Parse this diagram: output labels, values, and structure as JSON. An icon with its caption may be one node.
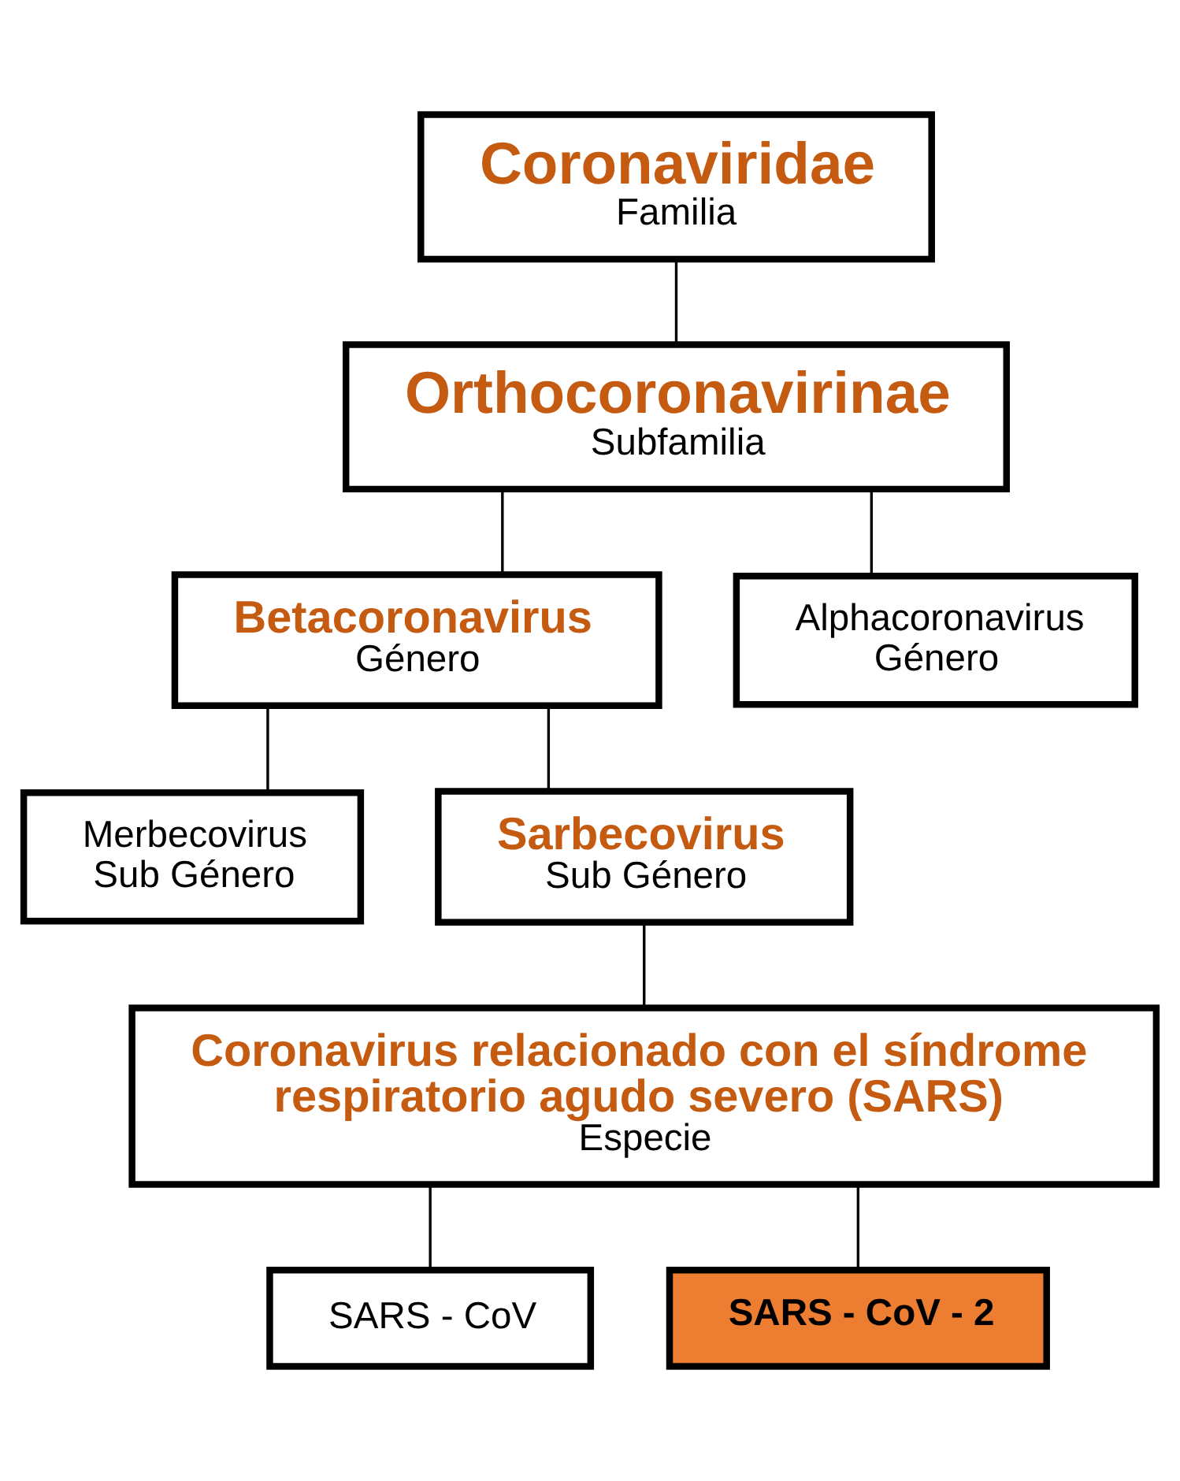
{
  "diagram": {
    "nodes": [
      {
        "text": [
          "Coronaviridae",
          "Familia"
        ]
      },
      {
        "text": [
          "Orthocoronavirinae",
          "Subfamilia"
        ]
      },
      {
        "text": [
          "Betacoronavirus",
          "Género"
        ]
      },
      {
        "text": [
          "Alphacoronavirus",
          "Género"
        ]
      },
      {
        "text": [
          "Merbecovirus",
          "Sub Género"
        ]
      },
      {
        "text": [
          "Sarbecovirus",
          "Sub Género"
        ]
      },
      {
        "text": [
          "Coronavirus relacionado con el síndrome respiratorio agudo severo (SARS)",
          "Especie"
        ]
      },
      {
        "text": [
          "SARS - CoV"
        ]
      },
      {
        "text": [
          "SARS - CoV - 2"
        ]
      }
    ],
    "edges": [
      {
        "from": 0,
        "to": 1,
        "arrow": "none"
      },
      {
        "from": 1,
        "to": 2,
        "arrow": "none"
      },
      {
        "from": 1,
        "to": 3,
        "arrow": "none"
      },
      {
        "from": 2,
        "to": 4,
        "arrow": "none"
      },
      {
        "from": 2,
        "to": 5,
        "arrow": "none"
      },
      {
        "from": 5,
        "to": 6,
        "arrow": "none"
      },
      {
        "from": 6,
        "to": 7,
        "arrow": "none"
      },
      {
        "from": 6,
        "to": 8,
        "arrow": "none"
      }
    ]
  }
}
